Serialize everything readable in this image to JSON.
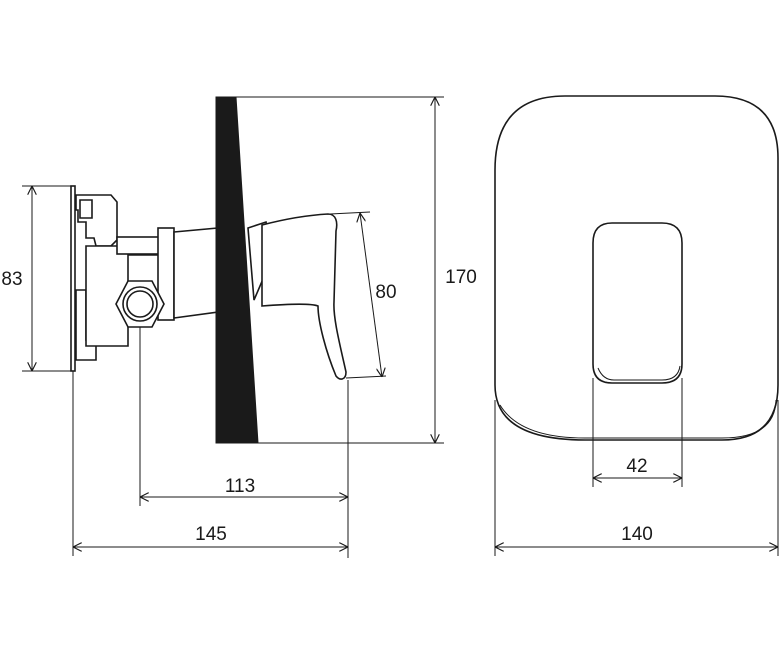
{
  "dimensions": {
    "backplate_height": "83",
    "handle_height": "80",
    "total_height": "170",
    "outlet_depth": "113",
    "total_depth": "145",
    "cover_inner_width": "42",
    "cover_width": "140"
  }
}
